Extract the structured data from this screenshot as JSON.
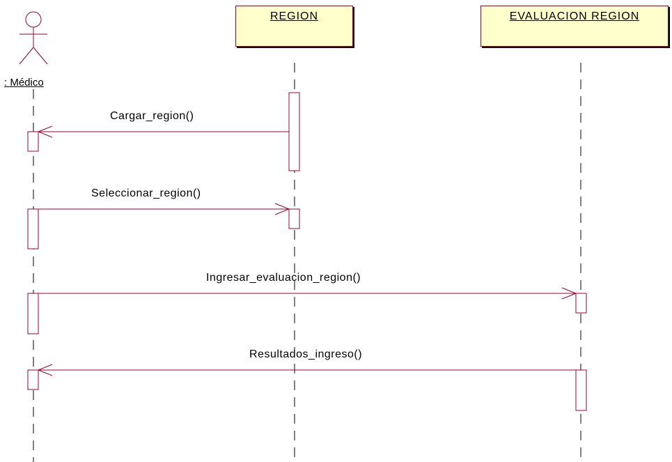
{
  "diagram": {
    "actor": {
      "label": ": Médico"
    },
    "objects": [
      {
        "label": "REGION"
      },
      {
        "label": "EVALUACION REGION"
      }
    ],
    "messages": [
      {
        "label": "Cargar_region()"
      },
      {
        "label": "Seleccionar_region()"
      },
      {
        "label": "Ingresar_evaluacion_region()"
      },
      {
        "label": "Resultados_ingreso()"
      }
    ]
  },
  "colors": {
    "line": "#990033",
    "box_fill": "#ffffcc",
    "shadow": "#000000"
  }
}
